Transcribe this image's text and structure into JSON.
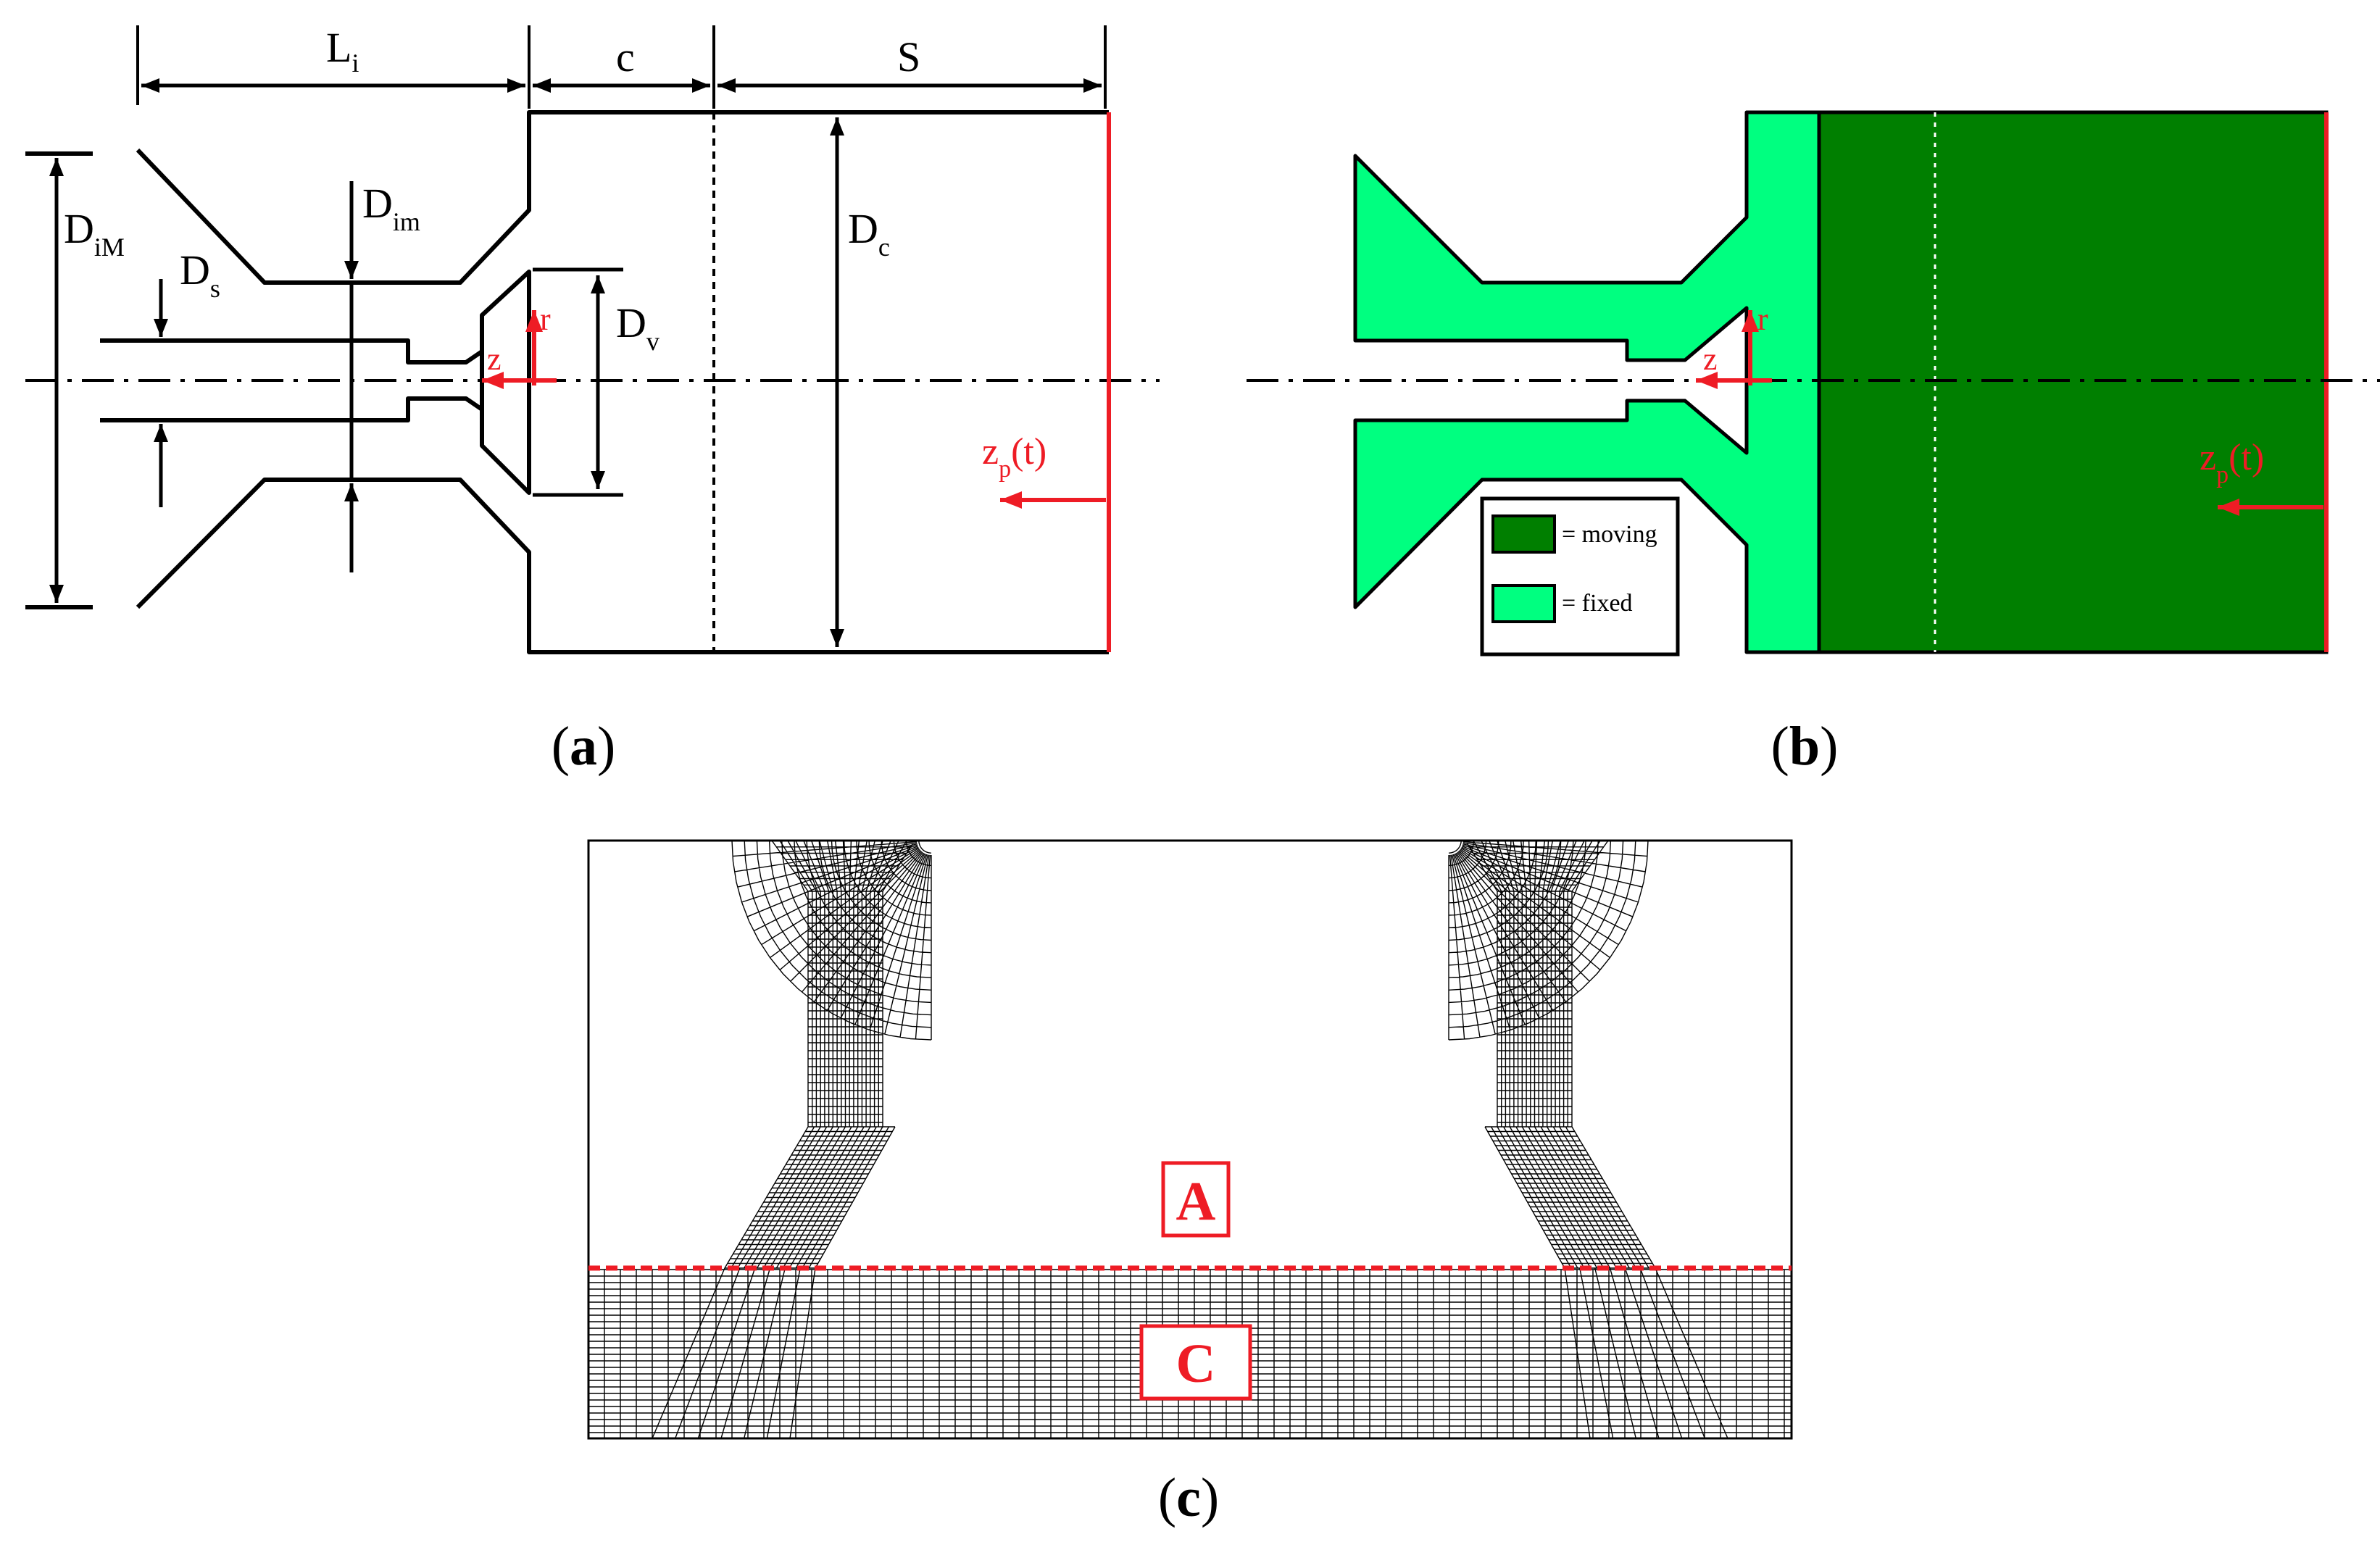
{
  "panels": {
    "a": {
      "caption_letter": "a",
      "dimensions": {
        "inlet_length": "L",
        "inlet_length_sub": "i",
        "gap": "c",
        "stroke": "S",
        "max_inlet_diameter": "D",
        "max_inlet_diameter_sub": "iM",
        "min_inlet_diameter": "D",
        "min_inlet_diameter_sub": "im",
        "stem_diameter": "D",
        "stem_diameter_sub": "s",
        "valve_diameter": "D",
        "valve_diameter_sub": "v",
        "cylinder_diameter": "D",
        "cylinder_diameter_sub": "c"
      },
      "axes": {
        "radial": "r",
        "axial": "z"
      },
      "piston_position": {
        "symbol": "z",
        "sub": "p",
        "arg": "(t)"
      }
    },
    "b": {
      "caption_letter": "b",
      "legend": [
        {
          "label": "= moving",
          "color": "#007f00"
        },
        {
          "label": "= fixed",
          "color": "#00ff80"
        }
      ],
      "axes": {
        "radial": "r",
        "axial": "z"
      },
      "piston_position": {
        "symbol": "z",
        "sub": "p",
        "arg": "(t)"
      }
    },
    "c": {
      "caption_letter": "c",
      "region_upper": "A",
      "region_lower": "C"
    }
  },
  "colors": {
    "red": "#ee1c25",
    "moving": "#007f00",
    "fixed": "#00ff80",
    "line": "#000000"
  }
}
